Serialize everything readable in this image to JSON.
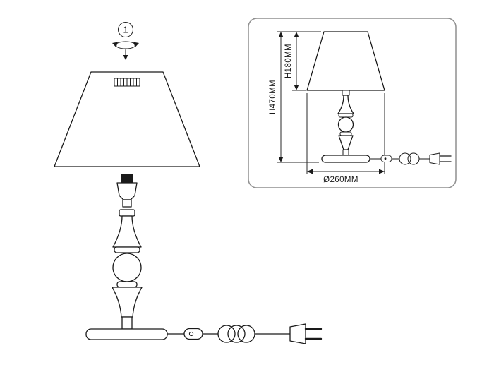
{
  "colors": {
    "line": "#1a1a1a",
    "panel_border": "#8f8f8f",
    "background": "#ffffff"
  },
  "step": {
    "number": "1",
    "icon": "rotate-around-vertical-axis-icon"
  },
  "dimensions_panel": {
    "total_height_label": "H470MM",
    "shade_height_label": "H180MM",
    "diameter_label": "Ø260MM"
  }
}
